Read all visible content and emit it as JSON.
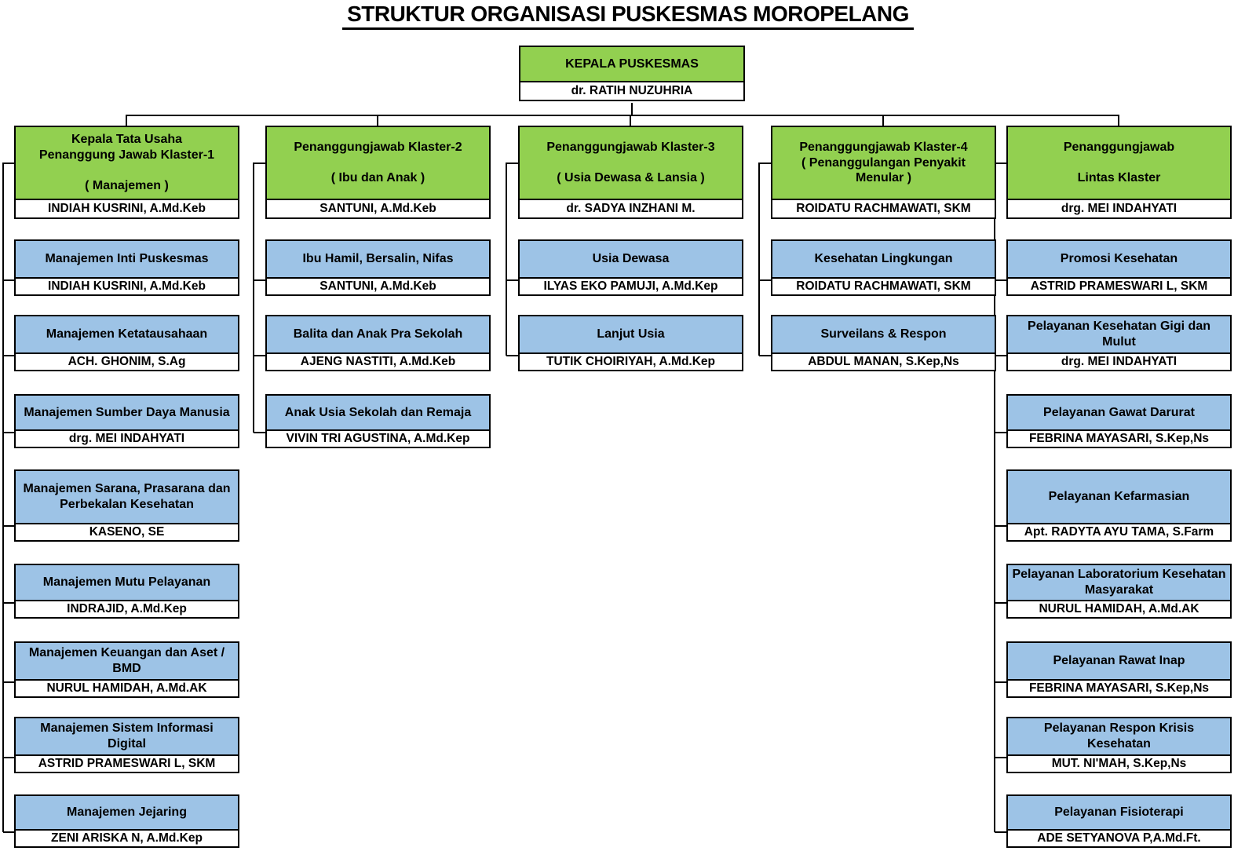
{
  "title": "STRUKTUR ORGANISASI PUSKESMAS MOROPELANG",
  "colors": {
    "header_fill": "#92D050",
    "sub_fill": "#9DC3E6",
    "name_fill": "#FFFFFF",
    "line": "#000000"
  },
  "root": {
    "title": "KEPALA PUSKESMAS",
    "name": "dr. RATIH NUZUHRIA"
  },
  "columns": [
    {
      "header": {
        "title": "Kepala Tata Usaha\nPenanggung Jawab Klaster-1\n\n( Manajemen )",
        "name": "INDIAH KUSRINI, A.Md.Keb"
      },
      "items": [
        {
          "title": "Manajemen Inti Puskesmas",
          "name": "INDIAH KUSRINI, A.Md.Keb"
        },
        {
          "title": "Manajemen Ketatausahaan",
          "name": "ACH. GHONIM, S.Ag"
        },
        {
          "title": "Manajemen Sumber Daya Manusia",
          "name": "drg. MEI INDAHYATI"
        },
        {
          "title": "Manajemen Sarana, Prasarana dan Perbekalan  Kesehatan",
          "name": "KASENO, SE"
        },
        {
          "title": "Manajemen Mutu Pelayanan",
          "name": "INDRAJID, A.Md.Kep"
        },
        {
          "title": "Manajemen Keuangan dan Aset / BMD",
          "name": "NURUL HAMIDAH, A.Md.AK"
        },
        {
          "title": "Manajemen Sistem Informasi Digital",
          "name": "ASTRID PRAMESWARI L, SKM"
        },
        {
          "title": "Manajemen Jejaring",
          "name": "ZENI ARISKA N, A.Md.Kep"
        }
      ]
    },
    {
      "header": {
        "title": "Penanggungjawab Klaster-2\n\n( Ibu dan Anak )",
        "name": "SANTUNI, A.Md.Keb"
      },
      "items": [
        {
          "title": "Ibu Hamil, Bersalin, Nifas",
          "name": "SANTUNI, A.Md.Keb"
        },
        {
          "title": "Balita dan Anak Pra Sekolah",
          "name": "AJENG NASTITI, A.Md.Keb"
        },
        {
          "title": "Anak Usia Sekolah dan Remaja",
          "name": "VIVIN TRI AGUSTINA, A.Md.Kep"
        }
      ]
    },
    {
      "header": {
        "title": "Penanggungjawab Klaster-3\n\n( Usia Dewasa & Lansia )",
        "name": "dr. SADYA INZHANI M."
      },
      "items": [
        {
          "title": "Usia Dewasa",
          "name": "ILYAS EKO PAMUJI, A.Md.Kep"
        },
        {
          "title": "Lanjut Usia",
          "name": "TUTIK CHOIRIYAH, A.Md.Kep"
        }
      ]
    },
    {
      "header": {
        "title": "Penanggungjawab Klaster-4\n( Penanggulangan Penyakit Menular )",
        "name": "ROIDATU RACHMAWATI, SKM"
      },
      "items": [
        {
          "title": "Kesehatan Lingkungan",
          "name": "ROIDATU RACHMAWATI, SKM"
        },
        {
          "title": "Surveilans & Respon",
          "name": "ABDUL MANAN, S.Kep,Ns"
        }
      ]
    },
    {
      "header": {
        "title": "Penanggungjawab\n\nLintas Klaster",
        "name": "drg. MEI INDAHYATI"
      },
      "items": [
        {
          "title": "Promosi Kesehatan",
          "name": "ASTRID PRAMESWARI L, SKM"
        },
        {
          "title": "Pelayanan Kesehatan Gigi dan Mulut",
          "name": "drg. MEI INDAHYATI"
        },
        {
          "title": "Pelayanan Gawat Darurat",
          "name": "FEBRINA MAYASARI, S.Kep,Ns"
        },
        {
          "title": "Pelayanan Kefarmasian",
          "name": "Apt. RADYTA AYU TAMA, S.Farm"
        },
        {
          "title": "Pelayanan Laboratorium Kesehatan Masyarakat",
          "name": "NURUL HAMIDAH, A.Md.AK"
        },
        {
          "title": "Pelayanan Rawat Inap",
          "name": "FEBRINA MAYASARI, S.Kep,Ns"
        },
        {
          "title": "Pelayanan Respon Krisis Kesehatan",
          "name": "MUT. NI'MAH, S.Kep,Ns"
        },
        {
          "title": "Pelayanan Fisioterapi",
          "name": "ADE SETYANOVA P,A.Md.Ft."
        }
      ]
    }
  ]
}
